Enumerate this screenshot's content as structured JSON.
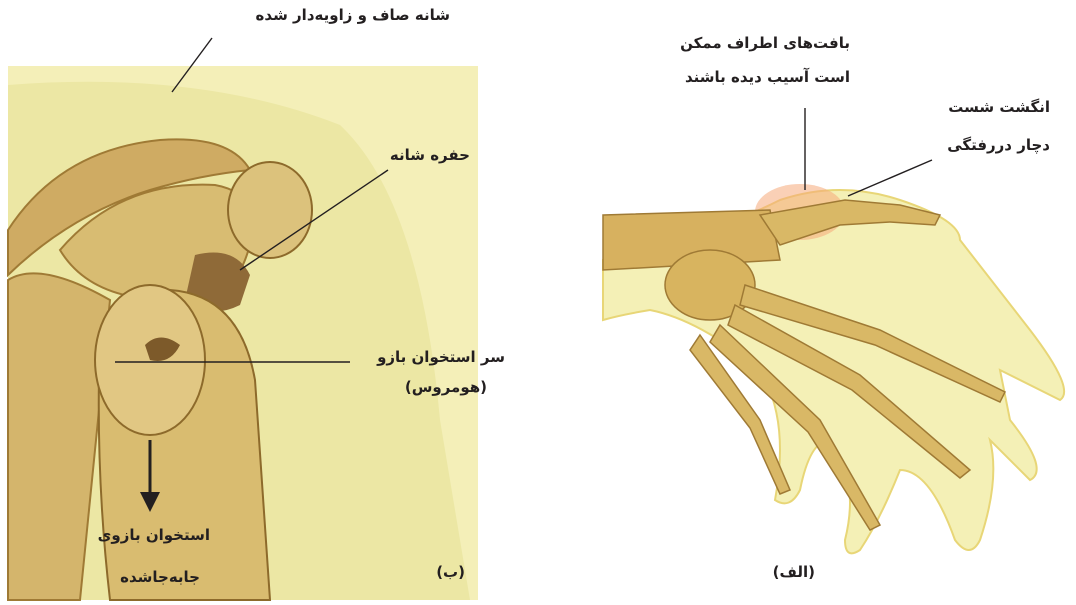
{
  "panel_b": {
    "tag": "(ب)",
    "labels": {
      "shoulder": "شانه صاف و زاویه‌دار شده",
      "socket": "حفره شانه",
      "humerus_head_1": "سر استخوان بازو",
      "humerus_head_2": "(هومروس)",
      "dislocated_1": "استخوان بازوی",
      "dislocated_2": "جابه‌جاشده"
    }
  },
  "panel_a": {
    "tag": "(الف)",
    "labels": {
      "tissue_1": "بافت‌های اطراف ممکن",
      "tissue_2": "است آسیب دیده باشند",
      "thumb_1": "انگشت شست",
      "thumb_2": "دچار دررفتگی"
    }
  }
}
